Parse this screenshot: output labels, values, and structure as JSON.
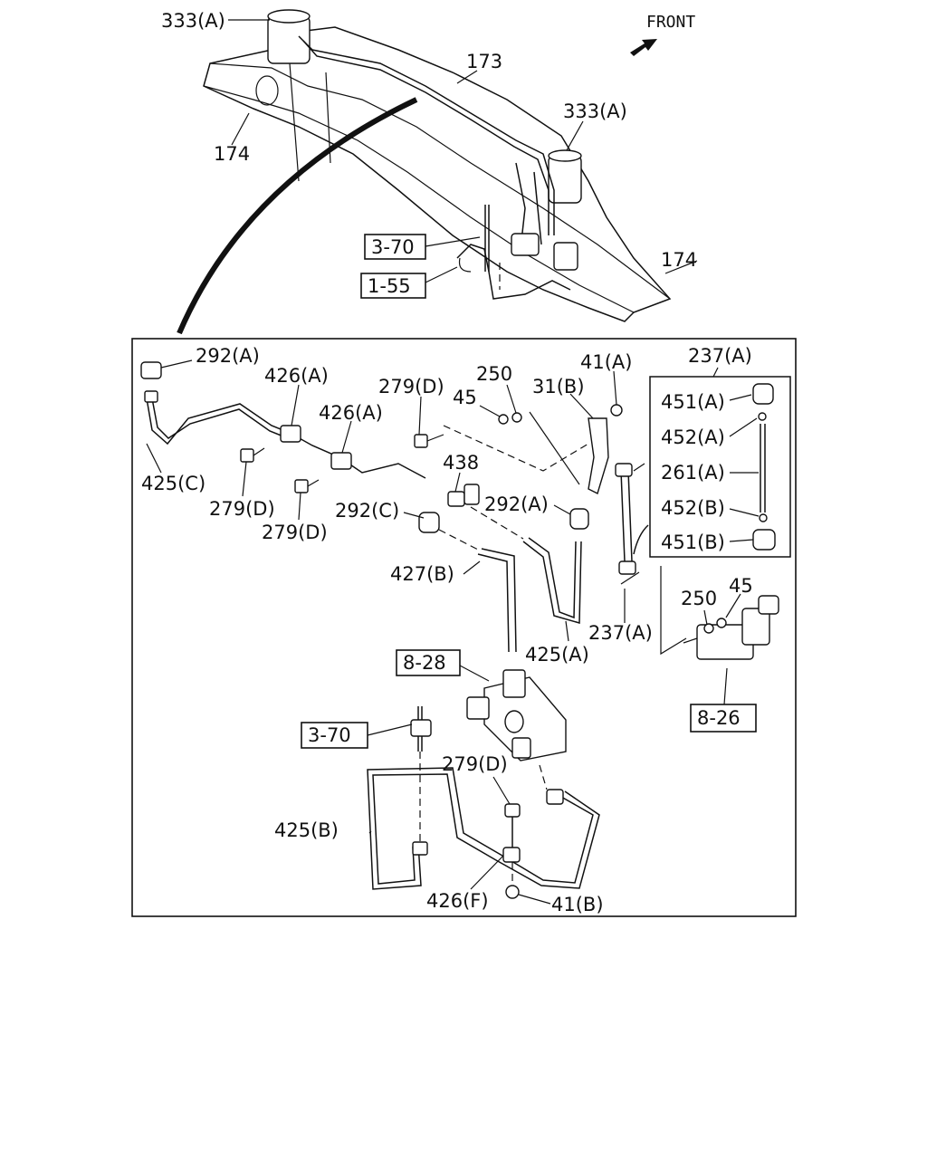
{
  "orientation": {
    "front_label": "FRONT",
    "arrow_icon": "front-arrow-icon"
  },
  "overview_callouts": {
    "tank_left": "333(A)",
    "pipe_173": "173",
    "tank_right": "333(A)",
    "frame_left": "174",
    "frame_right": "174",
    "ref_3_70": "3-70",
    "ref_1_55": "1-55"
  },
  "detail_callouts": {
    "c292a_top": "292(A)",
    "c426a_1": "426(A)",
    "c426a_2": "426(A)",
    "c279d_top": "279(D)",
    "c250_top": "250",
    "c45_top": "45",
    "c31b": "31(B)",
    "c41a": "41(A)",
    "c425c": "425(C)",
    "c279d_mid1": "279(D)",
    "c279d_mid2": "279(D)",
    "c438": "438",
    "c292c": "292(C)",
    "c292a_mid": "292(A)",
    "c427b": "427(B)",
    "c425a": "425(A)",
    "c237a_mid": "237(A)",
    "c250_right": "250",
    "c45_right": "45",
    "ref_8_28": "8-28",
    "ref_8_26": "8-26",
    "ref_3_70_lower": "3-70",
    "c279d_low": "279(D)",
    "c425b": "425(B)",
    "c426f": "426(F)",
    "c41b": "41(B)"
  },
  "linkage_kit": {
    "title": "237(A)",
    "items": [
      "451(A)",
      "452(A)",
      "261(A)",
      "452(B)",
      "451(B)"
    ]
  }
}
